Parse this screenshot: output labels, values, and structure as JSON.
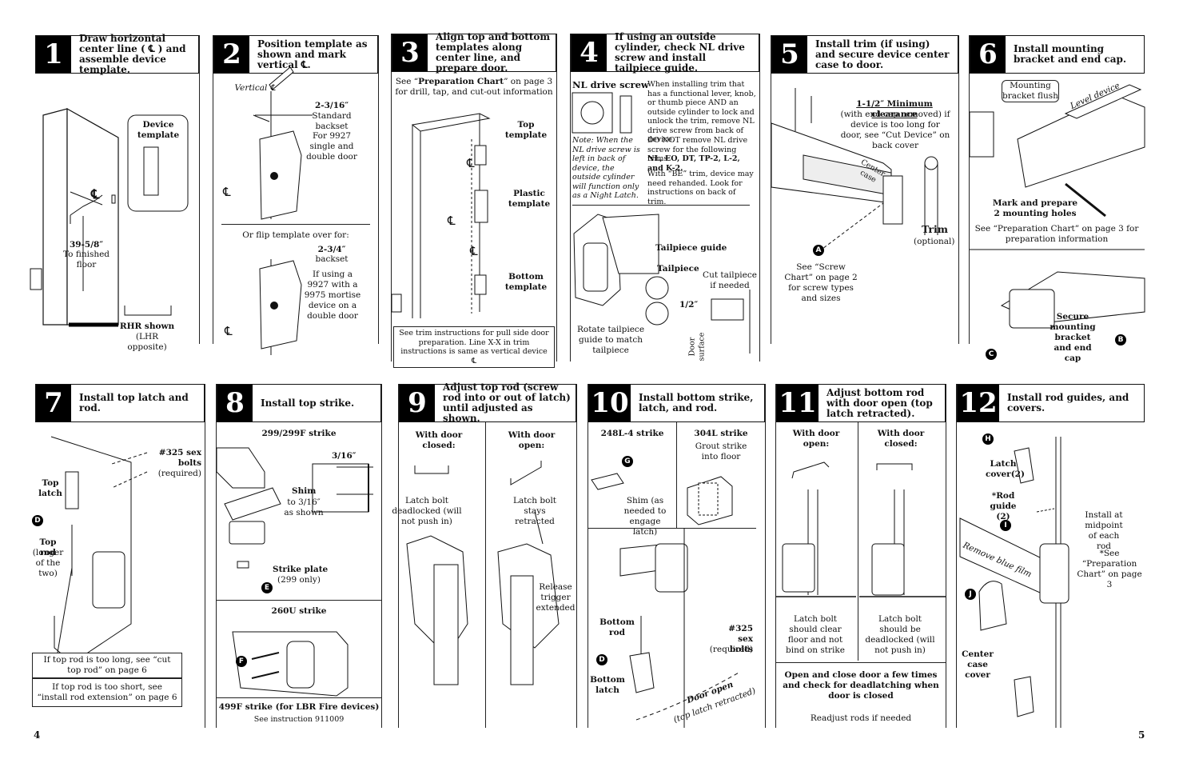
{
  "steps": [
    {
      "num": "1",
      "title": "Draw horizontal center line ( ℄ ) and assemble device template."
    },
    {
      "num": "2",
      "title": "Position template as shown and mark vertical ℄."
    },
    {
      "num": "3",
      "title": "Align top and bottom templates along center line, and prepare door."
    },
    {
      "num": "4",
      "title": "If using an outside cylinder, check NL drive screw and install tailpiece guide."
    },
    {
      "num": "5",
      "title": "Install trim (if using) and secure device center case to door."
    },
    {
      "num": "6",
      "title": "Install mounting bracket and end cap."
    },
    {
      "num": "7",
      "title": "Install top latch and rod."
    },
    {
      "num": "8",
      "title": "Install top strike."
    },
    {
      "num": "9",
      "title": "Adjust top rod (screw rod into or out of latch) until adjusted as shown."
    },
    {
      "num": "10",
      "title": "Install bottom strike, latch, and rod."
    },
    {
      "num": "11",
      "title": "Adjust bottom rod with door open (top latch retracted)."
    },
    {
      "num": "12",
      "title": "Install rod guides, and covers."
    }
  ],
  "s1": {
    "device_template": "Device template",
    "cl": "℄",
    "dim": "39-5/8″",
    "dim_sub": "To finished floor",
    "rhr": "RHR shown",
    "lhr": "(LHR opposite)"
  },
  "s2": {
    "vertical": "Vertical ℄",
    "d1": "2-3/16″",
    "d1_sub": "Standard backset",
    "d1_note": "For 9927 single and double door",
    "flip": "Or flip template over for:",
    "d2": "2-3/4″",
    "d2_sub": "backset",
    "d2_note": "If using a 9927 with a 9975 mortise device on a double door",
    "cl": "℄"
  },
  "s3": {
    "see_pre": "See “",
    "see_b": "Preparation Chart",
    "see_post": "” on page 3 for drill, tap, and cut-out information",
    "top": "Top template",
    "plastic": "Plastic template",
    "bottom": "Bottom template",
    "note": "See trim instructions for pull side door preparation. Line X-X in trim instructions is same as vertical device ℄",
    "cl": "℄"
  },
  "s4": {
    "nl": "NL drive screw",
    "nl_desc": "When installing trim that has a functional lever, knob, or thumb piece AND an outside cylinder to lock and unlock the trim, remove NL drive screw from back of device.",
    "note": "Note: When the NL drive screw is left in back of device, the outside cylinder will function only as a Night Latch.",
    "donot": "DO NOT remove NL drive screw for the following trims:",
    "trims": "NL, EO, DT, TP-2, L-2, and K-2.",
    "be": "With “BE” trim, device may need rehanded. Look for instructions on back of trim.",
    "guide": "Tailpiece guide",
    "tail": "Tailpiece",
    "cut": "Cut tailpiece if needed",
    "half": "1/2″",
    "rotate": "Rotate tailpiece guide to match tailpiece",
    "door_surface": "Door surface"
  },
  "s5": {
    "clear": "1-1/2″ Minimum clearance",
    "clear_sub": "(with end cap removed) if device is too long for door, see “Cut Device” on back cover",
    "center_case": "Center case",
    "trim": "Trim",
    "optional": "(optional)",
    "screw": "See “Screw Chart” on page 2 for screw types and sizes",
    "badge": "A"
  },
  "s6": {
    "flush": "Mounting bracket flush",
    "level": "Level device",
    "mark": "Mark and prepare 2 mounting holes",
    "prep": "See “Preparation Chart” on page 3 for preparation information",
    "secure": "Secure mounting bracket and end cap",
    "b": "B",
    "c": "C"
  },
  "s7": {
    "sex": "#325 sex bolts",
    "req": "(required)",
    "top_latch": "Top latch",
    "top_rod": "Top rod",
    "longer": "(longer of the two)",
    "d": "D",
    "long": "If top rod is too long, see “cut top rod” on page 6",
    "short": "If top rod is too short, see “install rod extension” on page 6"
  },
  "s8": {
    "strike299": "299/299F strike",
    "gap": "3/16″",
    "shim": "Shim",
    "shim_sub": "to 3/16″ as shown",
    "plate": "Strike plate",
    "plate_sub": "(299 only)",
    "e": "E",
    "strike260": "260U strike",
    "f": "F",
    "strike499": "499F strike (for LBR Fire devices)",
    "instr": "See instruction 911009"
  },
  "s9": {
    "closed": "With door closed:",
    "open": "With door open:",
    "deadlocked": "Latch bolt deadlocked (will not push in)",
    "retracted": "Latch bolt stays retracted",
    "release": "Release trigger extended"
  },
  "s10": {
    "s248": "248L-4 strike",
    "s304": "304L strike",
    "grout": "Grout strike into floor",
    "g": "G",
    "shim": "Shim (as needed to engage latch)",
    "sex": "#325 sex bolts",
    "req": "(required)",
    "rod": "Bottom rod",
    "latch": "Bottom latch",
    "d": "D",
    "door_open": "Door open",
    "door_open_sub": "(top latch retracted)"
  },
  "s11": {
    "open": "With door open:",
    "closed": "With door closed:",
    "clear": "Latch bolt should clear floor and not bind on strike",
    "dead": "Latch bolt should be deadlocked (will not push in)",
    "check": "Open and close door a few times and check for deadlatching when door is closed",
    "readjust": "Readjust rods if needed"
  },
  "s12": {
    "h": "H",
    "latch_cover": "Latch cover(2)",
    "rod_guide": "*Rod guide (2)",
    "i": "I",
    "install": "Install at midpoint of each rod",
    "see": "*See “Preparation Chart” on page 3",
    "film": "Remove blue film",
    "j": "J",
    "center": "Center case cover"
  },
  "pages": {
    "left": "4",
    "right": "5"
  }
}
